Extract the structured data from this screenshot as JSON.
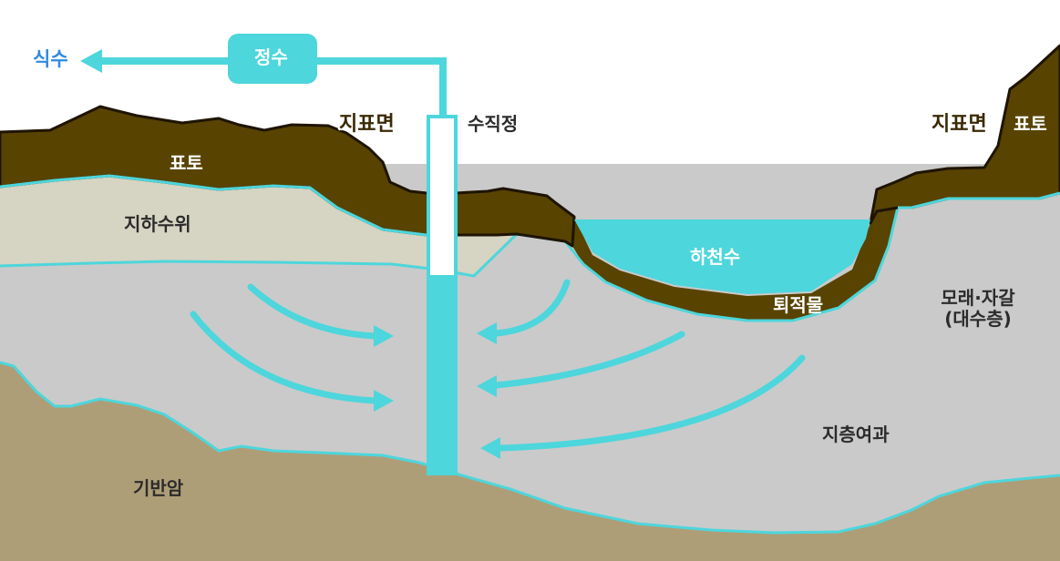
{
  "labels": {
    "drinking_water": "식수",
    "purification": "정수",
    "vertical_well": "수직정",
    "ground_surface_left": "지표면",
    "ground_surface_right": "지표면",
    "topsoil_left": "표토",
    "topsoil_right": "표토",
    "water_table": "지하수위",
    "river_water": "하천수",
    "sediment": "퇴적물",
    "sand_gravel_line1": "모래·자갈",
    "sand_gravel_line2": "(대수층)",
    "bank_filtration": "지층여과",
    "bedrock": "기반암"
  },
  "colors": {
    "topsoil": "#584300",
    "water_table_zone": "#d6d4c2",
    "aquifer": "#cacaca",
    "bedrock": "#ae9e77",
    "water": "#4dd6dc",
    "drinking_water_text": "#2f8be0"
  }
}
